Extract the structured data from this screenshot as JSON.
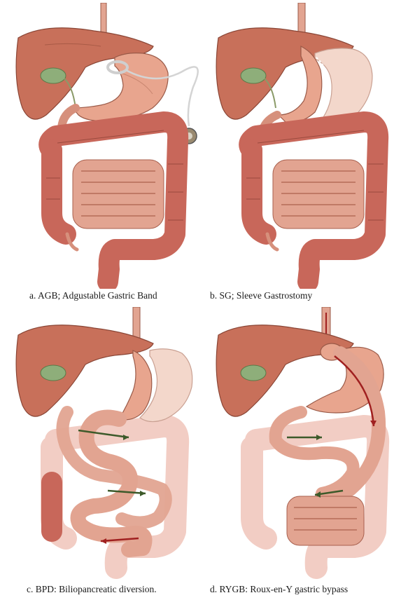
{
  "panels": [
    {
      "id": "a",
      "caption": "a. AGB; Adgustable Gastric Band"
    },
    {
      "id": "b",
      "caption": "b. SG; Sleeve Gastrostomy"
    },
    {
      "id": "c",
      "caption": "c. BPD: Biliopancreatic diversion."
    },
    {
      "id": "d",
      "caption": "d. RYGB: Roux-en-Y gastric bypass"
    }
  ],
  "colors": {
    "liver": "#c8705a",
    "stomach": "#e8a58e",
    "colon": "#c8675a",
    "colon_faded": "#f2cdc4",
    "small_intestine": "#e2a491",
    "gallbladder": "#8eae7a",
    "bypassed_stomach": "#f3d7cb",
    "arrow_dark": "#3d5a2a",
    "arrow_red": "#a02020"
  }
}
